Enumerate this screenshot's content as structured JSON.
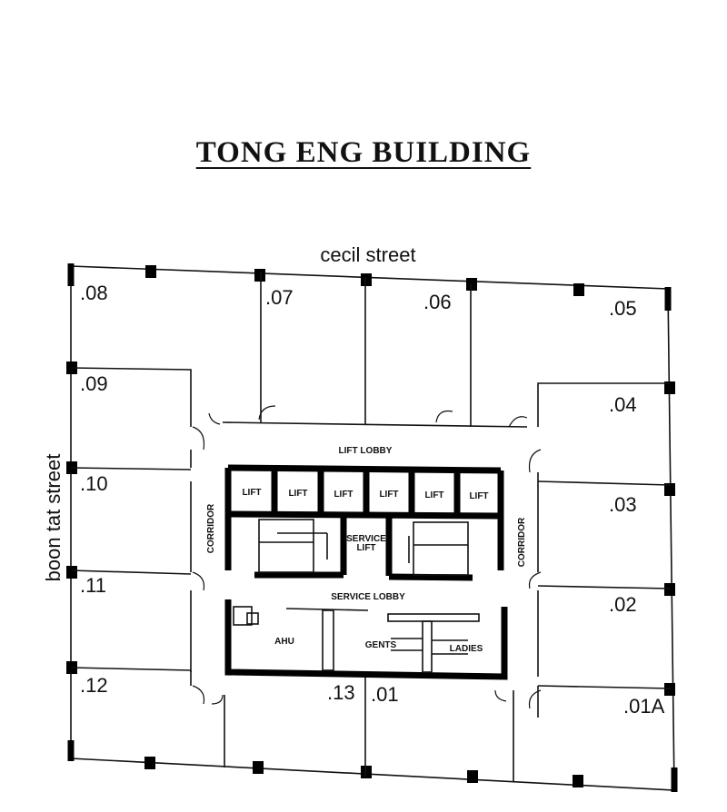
{
  "title": "TONG ENG BUILDING",
  "streets": {
    "top": "cecil street",
    "left": "boon tat street"
  },
  "units": {
    "u08": ".08",
    "u07": ".07",
    "u06": ".06",
    "u05": ".05",
    "u09": ".09",
    "u04": ".04",
    "u10": ".10",
    "u03": ".03",
    "u11": ".11",
    "u02": ".02",
    "u12": ".12",
    "u13": ".13",
    "u01": ".01",
    "u01a": ".01A"
  },
  "core": {
    "lift_lobby": "LIFT LOBBY",
    "lifts": [
      "LIFT",
      "LIFT",
      "LIFT",
      "LIFT",
      "LIFT",
      "LIFT"
    ],
    "service_lift_1": "SERVICE",
    "service_lift_2": "LIFT",
    "service_lobby": "SERVICE LOBBY",
    "corridor_left": "CORRIDOR",
    "corridor_right": "CORRIDOR",
    "ahu": "AHU",
    "gents": "GENTS",
    "ladies": "LADIES"
  }
}
